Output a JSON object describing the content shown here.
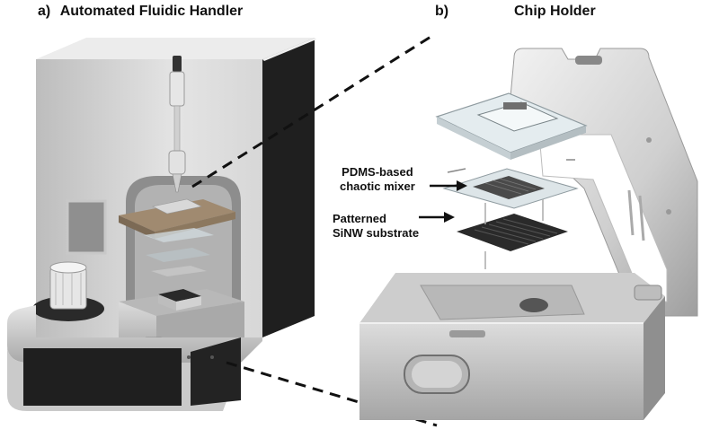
{
  "panel_a": {
    "letter": "a)",
    "title": "Automated Fluidic Handler"
  },
  "panel_b": {
    "letter": "b)",
    "title": "Chip Holder"
  },
  "callouts": [
    {
      "line1": "PDMS-based",
      "line2": "chaotic mixer"
    },
    {
      "line1": "Patterned",
      "line2": "SiNW substrate"
    }
  ],
  "colors": {
    "housing": "#d9d9d9",
    "dark_panel": "#1f1f1f",
    "brass_tray": "#a08a70",
    "metal": "#c8c8c8",
    "substrate": "#2a2a2a"
  }
}
